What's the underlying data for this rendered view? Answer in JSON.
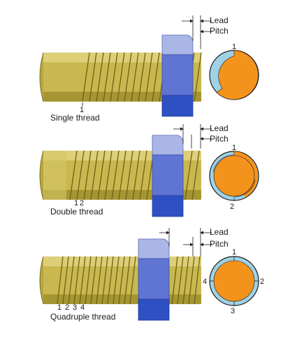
{
  "colors": {
    "shaft": "#c9b84f",
    "shaft_dark": "#8f7f22",
    "shaft_light": "#e6d98a",
    "nut_top": "#a9b6e6",
    "nut_mid": "#5f74d3",
    "nut_bottom": "#2f50c2",
    "end_face": "#f4931c",
    "thread_band": "#9fd2e6"
  },
  "panels": [
    {
      "label": "Single thread",
      "start_numbers": [
        "1"
      ],
      "face_numbers": [
        {
          "text": "1",
          "pos": "top"
        }
      ],
      "lead_label": "Lead",
      "pitch_label": "Pitch"
    },
    {
      "label": "Double thread",
      "start_numbers": [
        "1",
        "2"
      ],
      "face_numbers": [
        {
          "text": "1",
          "pos": "top"
        },
        {
          "text": "2",
          "pos": "bottom"
        }
      ],
      "lead_label": "Lead",
      "pitch_label": "Pitch"
    },
    {
      "label": "Quadruple thread",
      "start_numbers": [
        "1",
        "2",
        "3",
        "4"
      ],
      "face_numbers": [
        {
          "text": "1",
          "pos": "top"
        },
        {
          "text": "2",
          "pos": "right"
        },
        {
          "text": "3",
          "pos": "bottom"
        },
        {
          "text": "4",
          "pos": "left"
        }
      ],
      "lead_label": "Lead",
      "pitch_label": "Pitch"
    }
  ]
}
